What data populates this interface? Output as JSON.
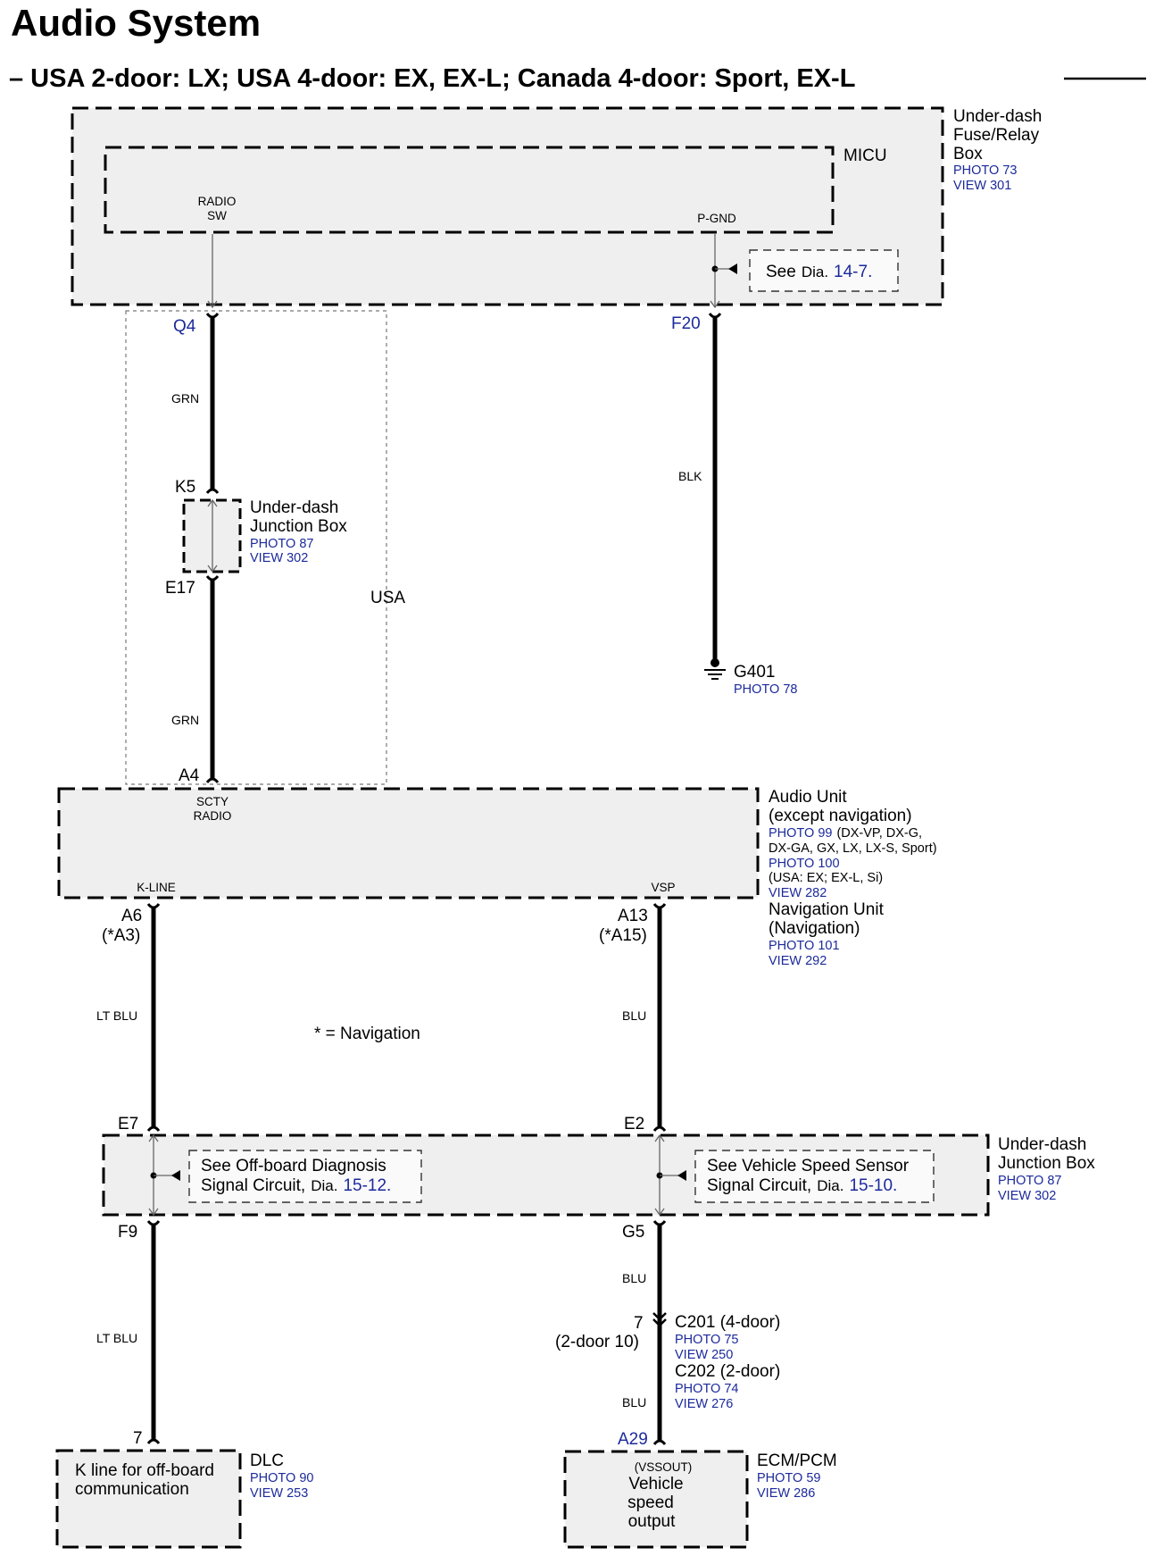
{
  "title": "Audio System",
  "subtitle": "– USA 2-door: LX; USA 4-door: EX, EX-L; Canada 4-door: Sport, EX-L",
  "fuse_box": {
    "name_lines": [
      "Under-dash",
      "Fuse/Relay",
      "Box"
    ],
    "photo": "PHOTO 73",
    "view": "VIEW 301",
    "micu": "MICU",
    "radio_sw_lines": [
      "RADIO",
      "SW"
    ],
    "p_gnd": "P-GND",
    "see_prefix": "See",
    "see_dia": "Dia.",
    "see_num": "14-7."
  },
  "connectors": {
    "q4": "Q4",
    "f20": "F20",
    "k5": "K5",
    "e17": "E17",
    "a4": "A4",
    "a6": "A6",
    "a6_nav": "(*A3)",
    "a13": "A13",
    "a13_nav": "(*A15)",
    "e7": "E7",
    "e2": "E2",
    "f9": "F9",
    "g5": "G5",
    "pin7_c201": "7",
    "pin_2door": "(2-door 10)",
    "pin7_dlc": "7",
    "a29": "A29"
  },
  "wires": {
    "grn1": "GRN",
    "grn2": "GRN",
    "blk": "BLK",
    "ltblu1": "LT BLU",
    "blu1": "BLU",
    "ltblu2": "LT BLU",
    "blu2": "BLU",
    "blu3": "BLU"
  },
  "usa_label": "USA",
  "junction_box_small": {
    "name_lines": [
      "Under-dash",
      "Junction Box"
    ],
    "photo": "PHOTO 87",
    "view": "VIEW 302"
  },
  "ground": {
    "name": "G401",
    "photo": "PHOTO 78"
  },
  "audio_unit": {
    "scty_lines": [
      "SCTY",
      "RADIO"
    ],
    "kline": "K-LINE",
    "vsp": "VSP",
    "name_lines": [
      "Audio Unit",
      "(except navigation)"
    ],
    "photo99": "PHOTO 99",
    "photo99_note": "(DX-VP, DX-G,",
    "photo99_note2": "DX-GA, GX, LX, LX-S, Sport)",
    "photo100": "PHOTO 100",
    "photo100_note": "(USA: EX; EX-L, Si)",
    "view282": "VIEW 282",
    "nav_lines": [
      "Navigation Unit",
      "(Navigation)"
    ],
    "photo101": "PHOTO 101",
    "view292": "VIEW 292"
  },
  "navigation_note": "*  =  Navigation",
  "junction_box_large": {
    "name_lines": [
      "Under-dash",
      "Junction Box"
    ],
    "photo": "PHOTO 87",
    "view": "VIEW 302",
    "note_left_lines": [
      "See Off-board Diagnosis",
      "Signal Circuit,"
    ],
    "note_left_dia": "Dia.",
    "note_left_num": "15-12.",
    "note_right_lines": [
      "See Vehicle Speed Sensor",
      "Signal Circuit,"
    ],
    "note_right_dia": "Dia.",
    "note_right_num": "15-10."
  },
  "c201": {
    "name": "C201 (4-door)",
    "photo": "PHOTO 75",
    "view": "VIEW 250",
    "name2": "C202 (2-door)",
    "photo2": "PHOTO 74",
    "view2": "VIEW 276"
  },
  "dlc": {
    "box_lines": [
      "K line for off-board",
      "communication"
    ],
    "name": "DLC",
    "photo": "PHOTO 90",
    "view": "VIEW 253"
  },
  "ecm": {
    "box_lines": [
      "(VSSOUT)",
      "Vehicle",
      "speed",
      "output"
    ],
    "name": "ECM/PCM",
    "photo": "PHOTO 59",
    "view": "VIEW 286"
  }
}
